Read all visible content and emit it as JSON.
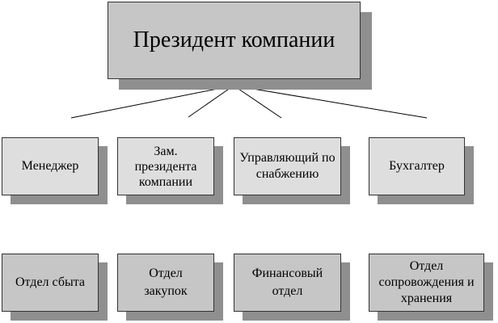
{
  "colors": {
    "box_dark": "#c6c6c6",
    "box_light": "#dedede",
    "shadow": "#8f8f8f",
    "border": "#333333",
    "line": "#000000"
  },
  "top": {
    "label": "Президент компании"
  },
  "middle": [
    {
      "label": "Менеджер"
    },
    {
      "label": "Зам. президента компании"
    },
    {
      "label": "Управляющий по снабжению"
    },
    {
      "label": "Бухгалтер"
    }
  ],
  "bottom": [
    {
      "label": "Отдел сбыта"
    },
    {
      "label": "Отдел закупок"
    },
    {
      "label": "Финансовый отдел"
    },
    {
      "label": "Отдел сопровождения и хранения"
    }
  ]
}
